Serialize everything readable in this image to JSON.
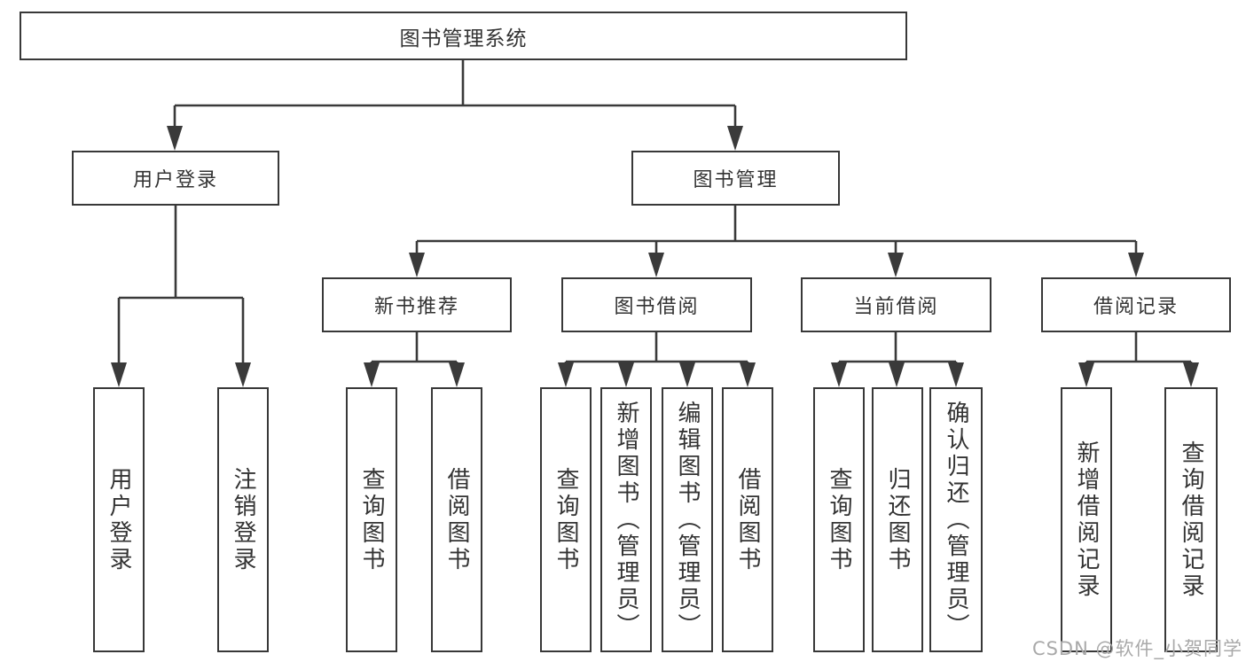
{
  "diagram": {
    "root": {
      "label": "图书管理系统"
    },
    "branches": [
      {
        "label": "用户登录",
        "children": [
          {
            "label": "用户登录"
          },
          {
            "label": "注销登录"
          }
        ]
      },
      {
        "label": "图书管理",
        "children": [
          {
            "label": "新书推荐",
            "children": [
              {
                "label": "查询图书"
              },
              {
                "label": "借阅图书"
              }
            ]
          },
          {
            "label": "图书借阅",
            "children": [
              {
                "label": "查询图书"
              },
              {
                "label": "新增图书（管理员）"
              },
              {
                "label": "编辑图书（管理员）"
              },
              {
                "label": "借阅图书"
              }
            ]
          },
          {
            "label": "当前借阅",
            "children": [
              {
                "label": "查询图书"
              },
              {
                "label": "归还图书"
              },
              {
                "label": "确认归还（管理员）"
              }
            ]
          },
          {
            "label": "借阅记录",
            "children": [
              {
                "label": "新增借阅记录"
              },
              {
                "label": "查询借阅记录"
              }
            ]
          }
        ]
      }
    ]
  },
  "watermark": "CSDN @软件_小贺同学",
  "colors": {
    "line": "#3a3a3a",
    "border": "#383838",
    "text": "#333333",
    "background": "#ffffff",
    "watermark": "#a9a9a9"
  }
}
